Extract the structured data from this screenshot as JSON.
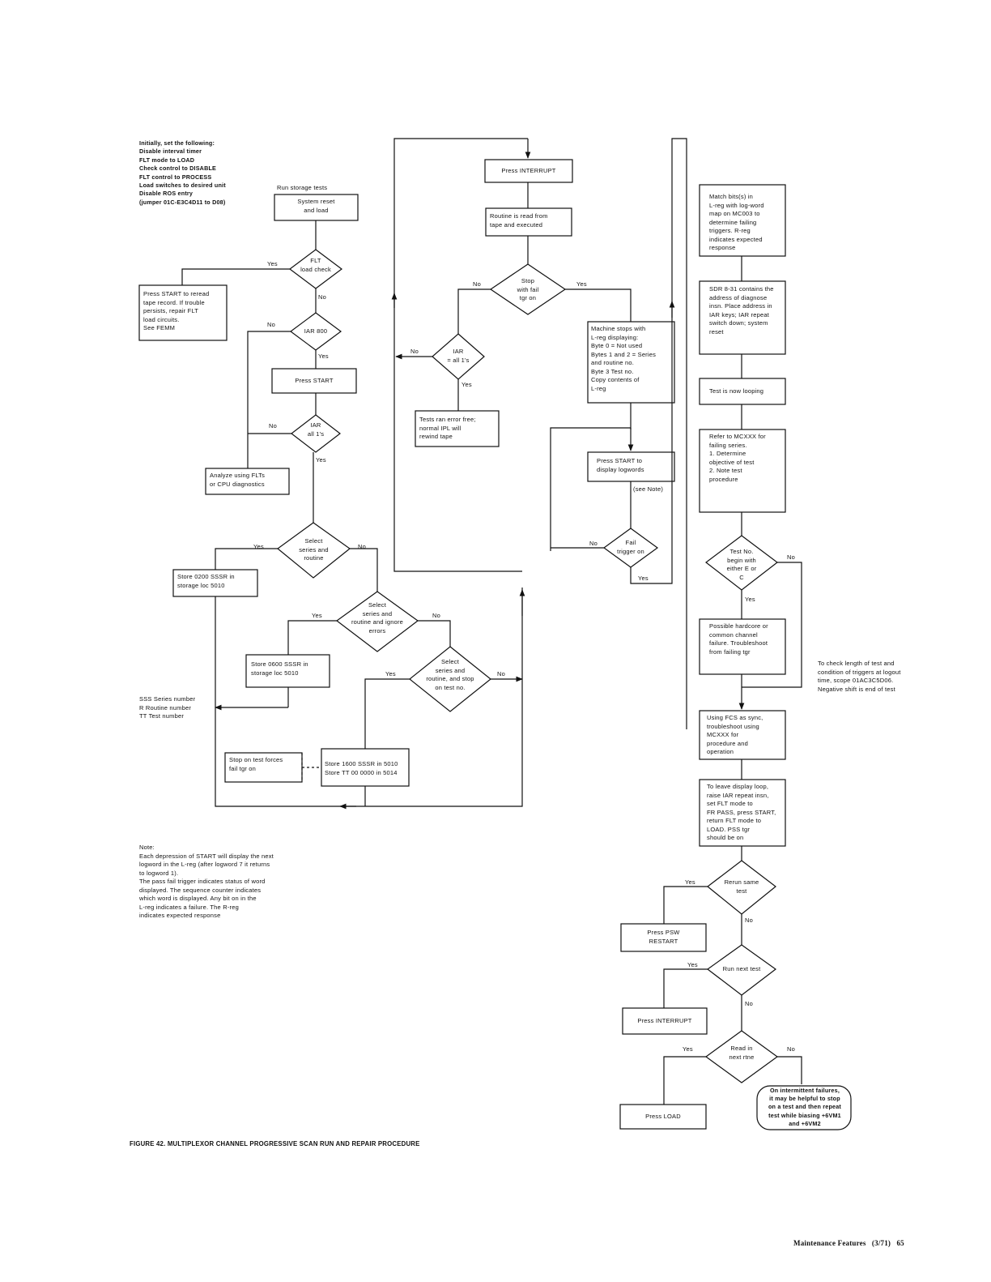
{
  "intro": {
    "initial": "Initially, set the following:\nDisable interval timer\nFLT mode to LOAD\nCheck control to DISABLE\nFLT control to PROCESS\nLoad switches to desired unit\nDisable ROS entry\n(jumper 01C-E3C4D11 to D08)",
    "run_storage_tests": "Run storage tests",
    "legend": "SSS  Series number\nR    Routine number\nTT   Test number",
    "note": "Note:\nEach depression of START will display the next\nlogword in the L-reg (after logword 7 it returns\nto logword 1).\nThe pass fail trigger indicates status of word\ndisplayed. The sequence counter indicates\nwhich word is displayed. Any bit on in the\nL-reg indicates a failure. The R-reg\nindicates expected response",
    "right_note": "To check length of test and\ncondition of triggers at logout\ntime, scope 01AC3C5D06.\nNegative shift is end of test"
  },
  "boxes": {
    "system_reset": "System reset\nand load",
    "press_start_reread": "Press START to reread\ntape record. If trouble\npersists, repair FLT\nload circuits.\nSee FEMM",
    "press_start": "Press START",
    "analyze": "Analyze using FLTs\nor CPU diagnostics",
    "store_0200": "Store 0200 SSSR in\nstorage loc 5010",
    "store_0600": "Store 0600 SSSR in\nstorage loc 5010",
    "stop_on_test": "Stop on test forces\nfail tgr on",
    "store_1600": "Store 1600 SSSR in 5010\nStore TT 00 0000 in 5014",
    "press_interrupt_top": "Press INTERRUPT",
    "routine_read": "Routine is read from\ntape and executed",
    "tests_ran": "Tests ran error free;\nnormal IPL will\nrewind tape",
    "machine_stops": "Machine stops with\nL-reg displaying:\nByte 0 = Not used\nBytes 1 and 2 = Series\nand routine no.\nByte 3   Test no.\nCopy contents of\nL-reg",
    "press_start_logwords": "Press START to\ndisplay logwords",
    "see_note": "(see Note)",
    "match_bits": "Match bits(s) in\nL-reg with log-word\nmap on MC003 to\ndetermine failing\ntriggers. R-reg\nindicates expected\nresponse",
    "sdr": "SDR 8-31 contains the\naddress of diagnose\ninsn. Place address in\nIAR keys; IAR repeat\nswitch down; system\nreset",
    "test_looping": "Test is now looping",
    "refer_mcxxx": "Refer to MCXXX for\nfailing series.\n1. Determine\n    objective of test\n2. Note test\n    procedure",
    "possible_hardcore": "Possible hardcore or\ncommon channel\nfailure. Troubleshoot\nfrom failing tgr",
    "using_fcs": "Using FCS as sync,\ntroubleshoot using\nMCXXX for\nprocedure and\noperation",
    "to_leave": "To leave display loop,\nraise IAR repeat insn,\nset FLT mode to\nFR PASS, press START,\nreturn FLT mode to\nLOAD. PSS tgr\nshould be on",
    "press_psw": "Press PSW\nRESTART",
    "press_interrupt_bottom": "Press INTERRUPT",
    "press_load": "Press LOAD",
    "intermittent": "On intermittent failures,\nit may be helpful to stop\non a test and then repeat\ntest while biasing +6VM1\nand +6VM2"
  },
  "decisions": {
    "flt_load_check": "FLT\nload check",
    "iar_800": "IAR   800",
    "iar_all_1s": "IAR\nall 1's",
    "select_series_routine": "Select\nseries and\nroutine",
    "select_ignore": "Select\nseries and\nroutine and ignore\nerrors",
    "select_stop": "Select\nseries and\nroutine, and stop\non test no.",
    "stop_fail": "Stop\nwith fail\ntgr on",
    "iar_all_1s_mid": "IAR\n= all 1's",
    "fail_trigger": "Fail\ntrigger on",
    "test_no_begin": "Test No.\nbegin with\neither E or\nC",
    "rerun": "Rerun same\ntest",
    "run_next": "Run next test",
    "read_in": "Read in\nnext rtne"
  },
  "branch_labels": {
    "yes": "Yes",
    "no": "No"
  },
  "footer": {
    "caption": "FIGURE 42.   MULTIPLEXOR CHANNEL PROGRESSIVE SCAN RUN AND REPAIR PROCEDURE",
    "page": "Maintenance Features   (3/71)   65"
  }
}
